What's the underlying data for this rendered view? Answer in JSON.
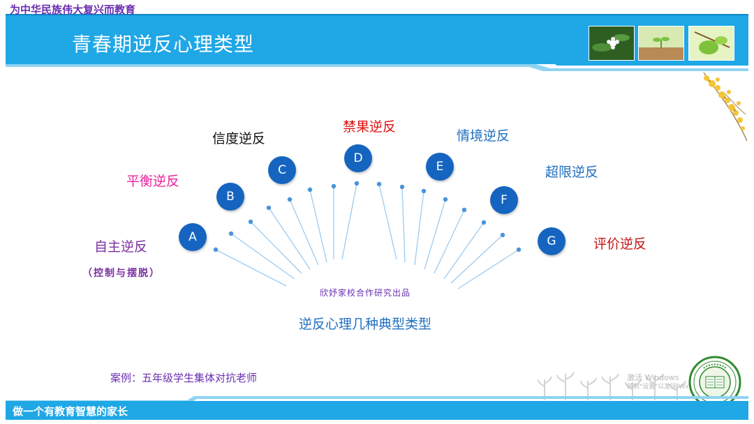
{
  "header": {
    "slogan": "为中华民族伟大复兴而教育",
    "title": "青春期逆反心理类型"
  },
  "diagram": {
    "nodes": [
      {
        "letter": "A",
        "label": "自主逆反",
        "label_color": "#7b2fa0"
      },
      {
        "letter": "B",
        "label": "平衡逆反",
        "label_color": "#e6249a"
      },
      {
        "letter": "C",
        "label": "信度逆反",
        "label_color": "#111111"
      },
      {
        "letter": "D",
        "label": "禁果逆反",
        "label_color": "#e01010"
      },
      {
        "letter": "E",
        "label": "情境逆反",
        "label_color": "#1f6fc0"
      },
      {
        "letter": "F",
        "label": "超限逆反",
        "label_color": "#1f6fc0"
      },
      {
        "letter": "G",
        "label": "评价逆反",
        "label_color": "#c41414"
      }
    ],
    "sub_label": "（控制与摆脱）",
    "credit": "欣妤家校合作研究出品",
    "caption": "逆反心理几种典型类型",
    "circle_color": "#1565c0",
    "line_color": "#9ccbf0"
  },
  "case_text": "案例：五年级学生集体对抗老师",
  "footer": {
    "text": "做一个有教育智慧的家长"
  },
  "watermark": {
    "line1": "激活 Windows",
    "line2": "转到\"设置\"以激活 Windows。"
  },
  "colors": {
    "header_blue": "#1fa7e6",
    "accent_purple": "#6a2fb0"
  }
}
